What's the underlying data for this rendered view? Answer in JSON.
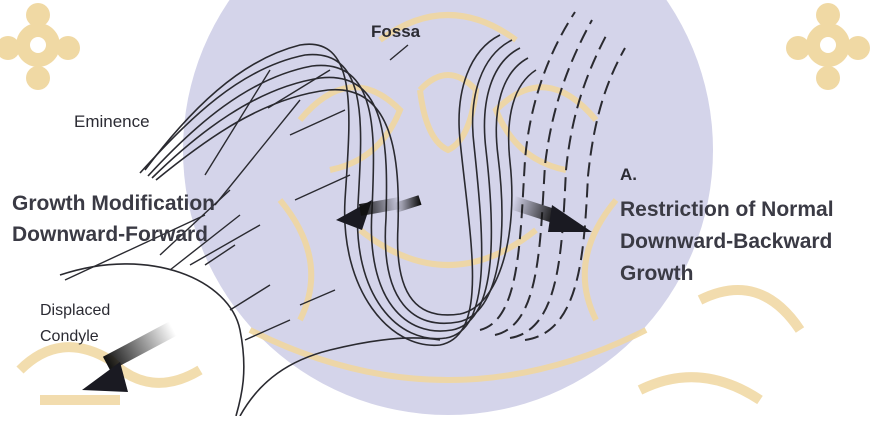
{
  "labels": {
    "fossa": "Fossa",
    "eminence": "Eminence",
    "growth_modification_line1": "Growth Modification",
    "growth_modification_line2": "Downward-Forward",
    "displaced_condyle_line1": "Displaced",
    "displaced_condyle_line2": "Condyle",
    "panel_letter": "A.",
    "restriction_line1": "Restriction of Normal",
    "restriction_line2": "Downward-Backward",
    "restriction_line3": "Growth"
  },
  "colors": {
    "watermark_fill": "#d4d4ea",
    "watermark_gold": "#f0d7a0",
    "line": "#2a2a30",
    "arrow": "#1a1a22"
  }
}
